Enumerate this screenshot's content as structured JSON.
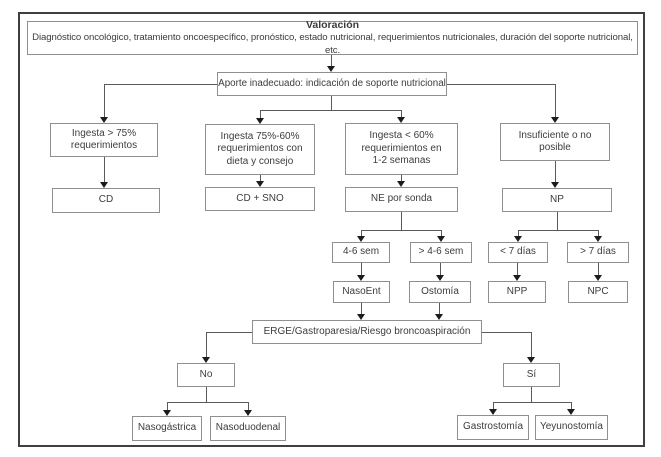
{
  "diagram": {
    "title": "Valoración",
    "subtitle": "Diagnóstico oncológico, tratamiento oncoespecífico, pronóstico, estado nutricional, requerimientos nutricionales, duración del soporte nutricional, etc.",
    "nodes": {
      "aporte": "Aporte inadecuado: indicación de soporte nutricional",
      "ingesta75": "Ingesta > 75%\nrequerimientos",
      "ingesta7560": "Ingesta 75%-60%\nrequerimientos con\ndieta y consejo",
      "ingesta60": "Ingesta < 60%\nrequerimientos en\n1-2 semanas",
      "insuficiente": "Insuficiente o no\nposible",
      "cd": "CD",
      "cdsno": "CD + SNO",
      "ne_sonda": "NE por sonda",
      "np": "NP",
      "sem46": "4-6 sem",
      "sem_mas46": "> 4-6 sem",
      "dias_menos7": "< 7 días",
      "dias_mas7": "> 7 días",
      "nasoent": "NasoEnt",
      "ostomia": "Ostomía",
      "npp": "NPP",
      "npc": "NPC",
      "erge": "ERGE/Gastroparesia/Riesgo broncoaspiración",
      "no": "No",
      "si": "Sí",
      "nasogastrica": "Nasogástrica",
      "nasoduodenal": "Nasoduodenal",
      "gastrostomia": "Gastrostomía",
      "yeyunostomia": "Yeyunostomía"
    },
    "colors": {
      "frame_border": "#3f3f3f",
      "box_border": "#8f8f8f",
      "text": "#3c3c3c",
      "connector": "#5a5a5a",
      "arrowhead": "#1c1c1c"
    }
  }
}
